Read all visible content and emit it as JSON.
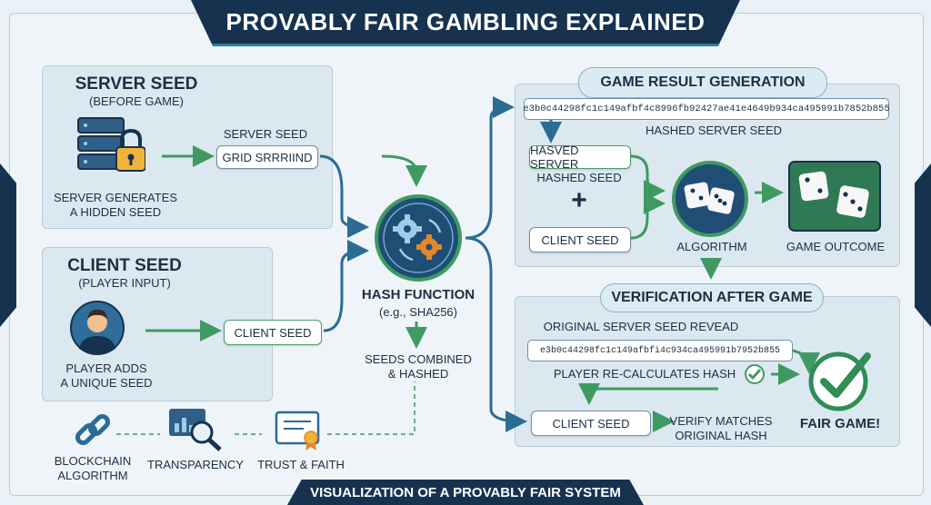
{
  "title": "PROVABLY FAIR GAMBLING EXPLAINED",
  "footer": "VISUALIZATION OF A PROVABLY FAIR SYSTEM",
  "server_panel": {
    "heading": "SERVER SEED",
    "subheading": "(BEFORE GAME)",
    "caption_line1": "SERVER GENERATES",
    "caption_line2": "A HIDDEN SEED",
    "pill_label": "SERVER SEED",
    "pill_value": "GRID SRRRIIND"
  },
  "client_panel": {
    "heading": "CLIENT SEED",
    "subheading": "(PLAYER INPUT)",
    "caption_line1": "PLAYER ADDS",
    "caption_line2": "A UNIQUE SEED",
    "pill": "CLIENT SEED"
  },
  "hash_function": {
    "label": "HASH FUNCTION",
    "sub": "(e.g., SHA256)",
    "combined_line1": "SEEDS COMBINED",
    "combined_line2": "& HASHED"
  },
  "game_result": {
    "heading": "GAME RESULT GENERATION",
    "hash": "e3b0c44298fc1c149afbf4c8996fb92427ae41e4649b934ca495991b7852b855",
    "hash_caption": "HASHED SERVER SEED",
    "hashed_server_pill": "HASVED SERVER",
    "hashed_seed": "HASHED SEED",
    "plus": "+",
    "client_seed_pill": "CLIENT SEED",
    "algorithm": "ALGORITHM",
    "outcome": "GAME OUTCOME"
  },
  "verification": {
    "heading": "VERIFICATION AFTER GAME",
    "revealed": "ORIGINAL SERVER SEED REVEAD",
    "hash": "e3b0c44298fc1c149afbfi4c934ca495991b7952b855",
    "recalc": "PLAYER RE-CALCULATES HASH",
    "client_seed_pill": "CLIENT SEED",
    "verify_line1": "VERIFY MATCHES",
    "verify_line2": "ORIGINAL HASH",
    "fair": "FAIR GAME!"
  },
  "bottom_icons": [
    {
      "label1": "BLOCKCHAIN",
      "label2": "ALGORITHM"
    },
    {
      "label1": "TRANSPARENCY",
      "label2": ""
    },
    {
      "label1": "TRUST & FAITH",
      "label2": ""
    }
  ],
  "colors": {
    "navy": "#16324f",
    "green": "#3f9a62",
    "teal": "#2b7fa0",
    "orange": "#e3872a"
  }
}
